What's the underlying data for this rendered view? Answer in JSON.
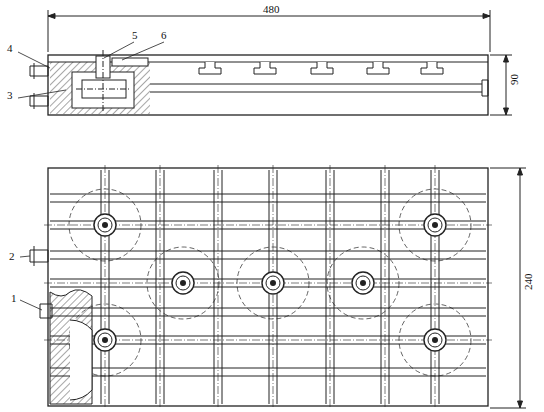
{
  "diagram": {
    "labels": [
      "480",
      "90",
      "4",
      "5",
      "6",
      "3",
      "2",
      "1",
      "240"
    ]
  }
}
